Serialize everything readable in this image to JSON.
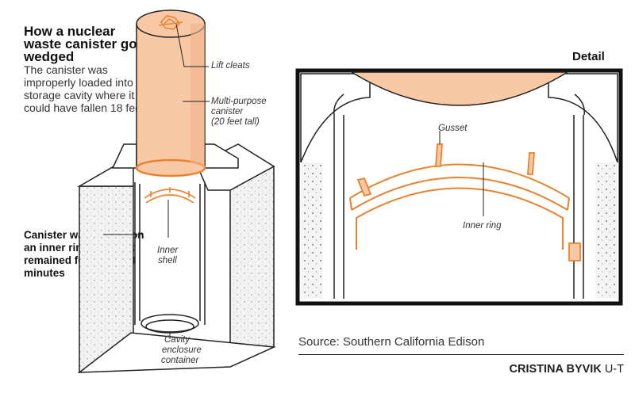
{
  "title": "How a nuclear waste canister got wedged",
  "intro": "The canister was improperly loaded into the storage cavity where it could have fallen 18 feet.",
  "callout": "Canister was lodged on an inner ring, where it remained for about 20 minutes",
  "labels": {
    "lift_cleats": "Lift cleats",
    "canister_line1": "Multi-purpose",
    "canister_line2": "canister",
    "canister_line3": "(20 feet tall)",
    "inner_shell_line1": "Inner",
    "inner_shell_line2": "shell",
    "cavity_line1": "Cavity",
    "cavity_line2": "enclosure",
    "cavity_line3": "container"
  },
  "detail": {
    "title": "Detail",
    "gusset": "Gusset",
    "inner_ring": "Inner ring"
  },
  "source": "Source: Southern California Edison",
  "credit_name": "CRISTINA BYVIK",
  "credit_org": "U-T",
  "colors": {
    "canister_fill": "#F9C9A5",
    "ring_orange": "#E8822E",
    "outline": "#222222",
    "concrete": "#F2F2F2"
  }
}
